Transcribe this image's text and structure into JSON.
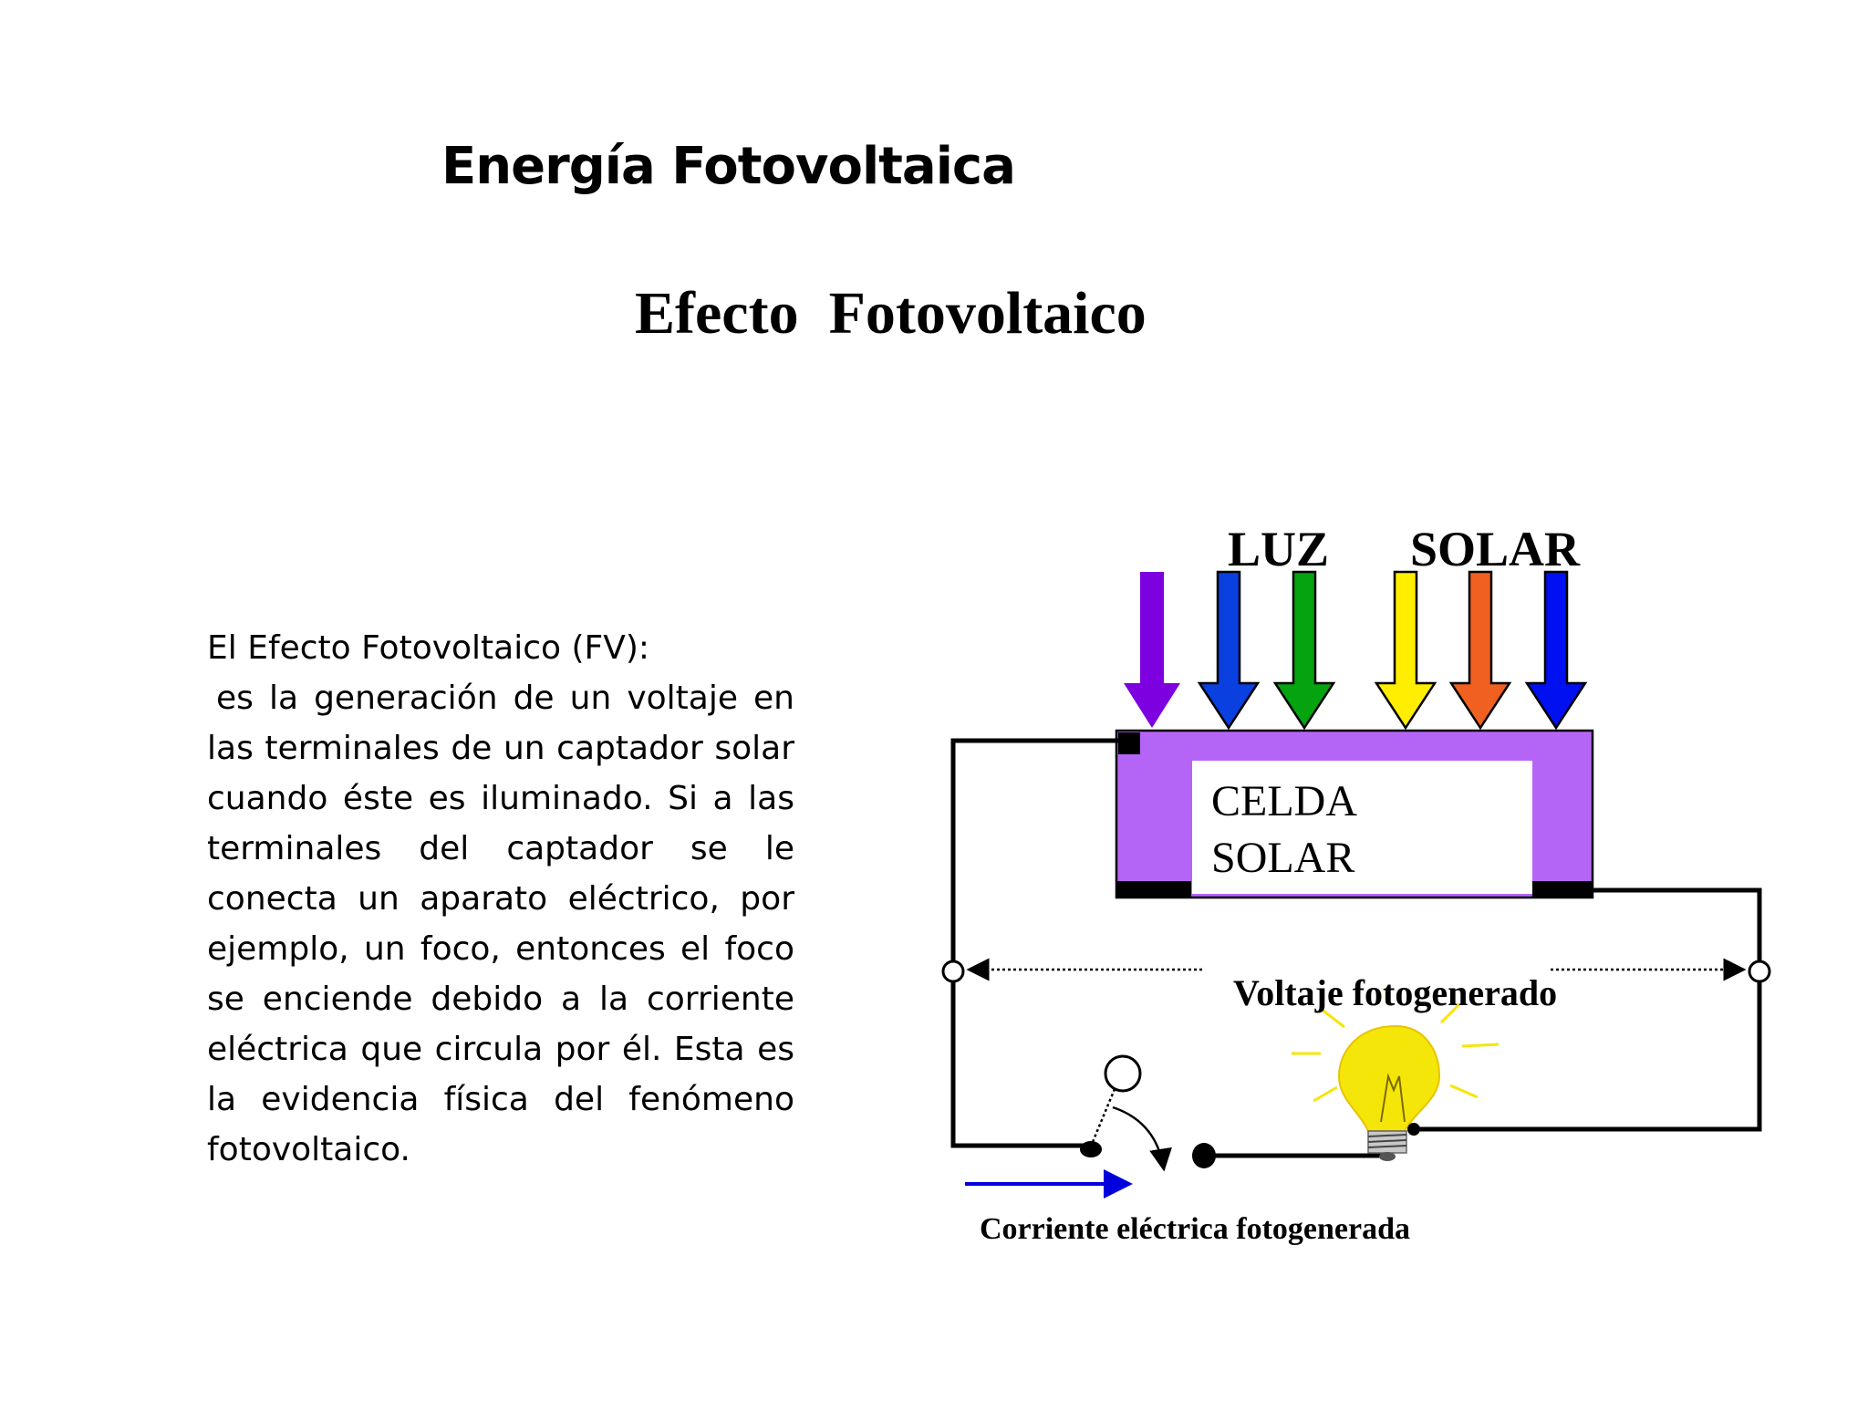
{
  "slide": {
    "title": "Energía Fotovoltaica",
    "subtitle": "Efecto  Fotovoltaico"
  },
  "body": {
    "lead": "El Efecto Fotovoltaico (FV):",
    "text": "es la generación de un voltaje en las terminales de un captador solar cuando éste es iluminado. Si a las terminales del captador se le conecta un aparato eléctrico, por ejemplo, un foco, entonces el foco se enciende debido a la corriente eléctrica que circula por él. Esta es la evidencia física del fenómeno fotovoltaico."
  },
  "diagram": {
    "light_label_1": "LUZ",
    "light_label_2": "SOLAR",
    "cell_label_line1": "CELDA",
    "cell_label_line2": "SOLAR",
    "voltage_label": "Voltaje fotogenerado",
    "current_label": "Corriente eléctrica fotogenerada",
    "arrow_colors": [
      "#7d00e0",
      "#0a3fe0",
      "#06a310",
      "#ffee00",
      "#f06020",
      "#0010f0"
    ],
    "cell_color": "#b565f5",
    "current_arrow_color": "#0000dd",
    "bulb_color": "#f5e60a"
  }
}
